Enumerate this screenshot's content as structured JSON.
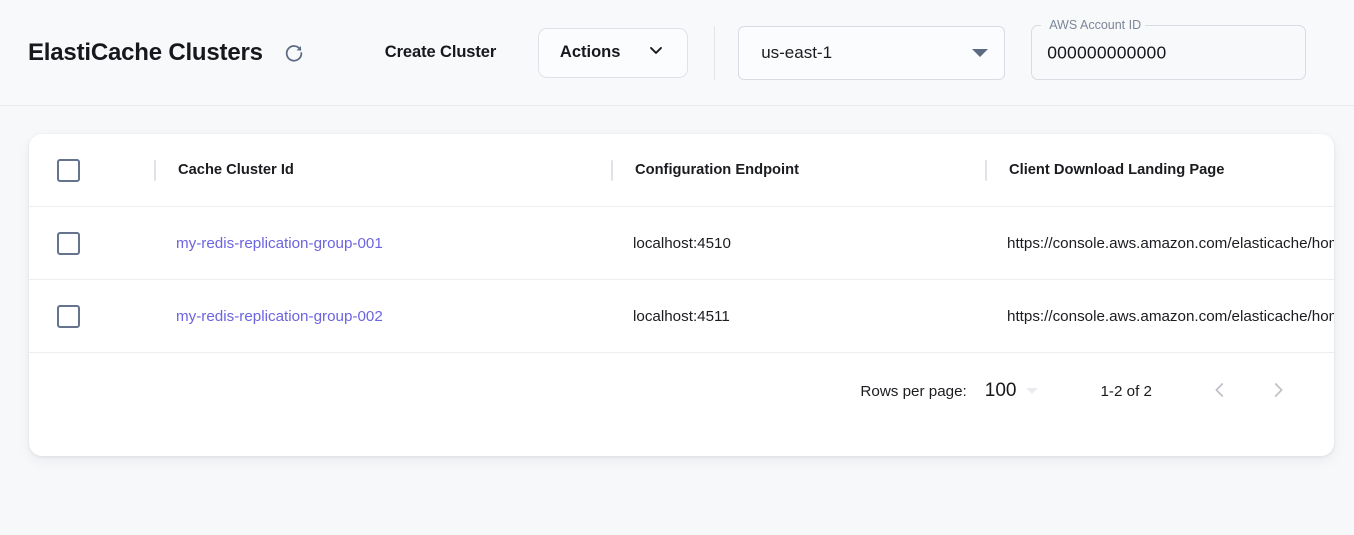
{
  "header": {
    "title": "ElastiCache Clusters",
    "refresh_icon": "refresh-icon",
    "create_cluster_label": "Create Cluster",
    "actions_label": "Actions",
    "actions_chevron_icon": "chevron-down-icon",
    "region": {
      "value": "us-east-1",
      "dropdown_icon": "triangle-down-icon"
    },
    "account": {
      "label": "AWS Account ID",
      "value": "000000000000"
    }
  },
  "table": {
    "select_all_checkbox": "unchecked",
    "columns": [
      {
        "key": "id",
        "label": "Cache Cluster Id"
      },
      {
        "key": "endpoint",
        "label": "Configuration Endpoint"
      },
      {
        "key": "landing",
        "label": "Client Download Landing Page"
      }
    ],
    "rows": [
      {
        "checkbox": "unchecked",
        "id": "my-redis-replication-group-001",
        "endpoint": "localhost:4510",
        "landing": "https://console.aws.amazon.com/elasticache/home"
      },
      {
        "checkbox": "unchecked",
        "id": "my-redis-replication-group-002",
        "endpoint": "localhost:4511",
        "landing": "https://console.aws.amazon.com/elasticache/home"
      }
    ]
  },
  "pagination": {
    "rows_per_page_label": "Rows per page:",
    "rows_per_page_value": "100",
    "range_label": "1-2 of 2",
    "prev_icon": "chevron-left-icon",
    "next_icon": "chevron-right-icon"
  },
  "colors": {
    "link": "#6c63e0",
    "page_background": "#f7f8fa",
    "card_background": "#ffffff",
    "checkbox_border": "#65748c"
  }
}
